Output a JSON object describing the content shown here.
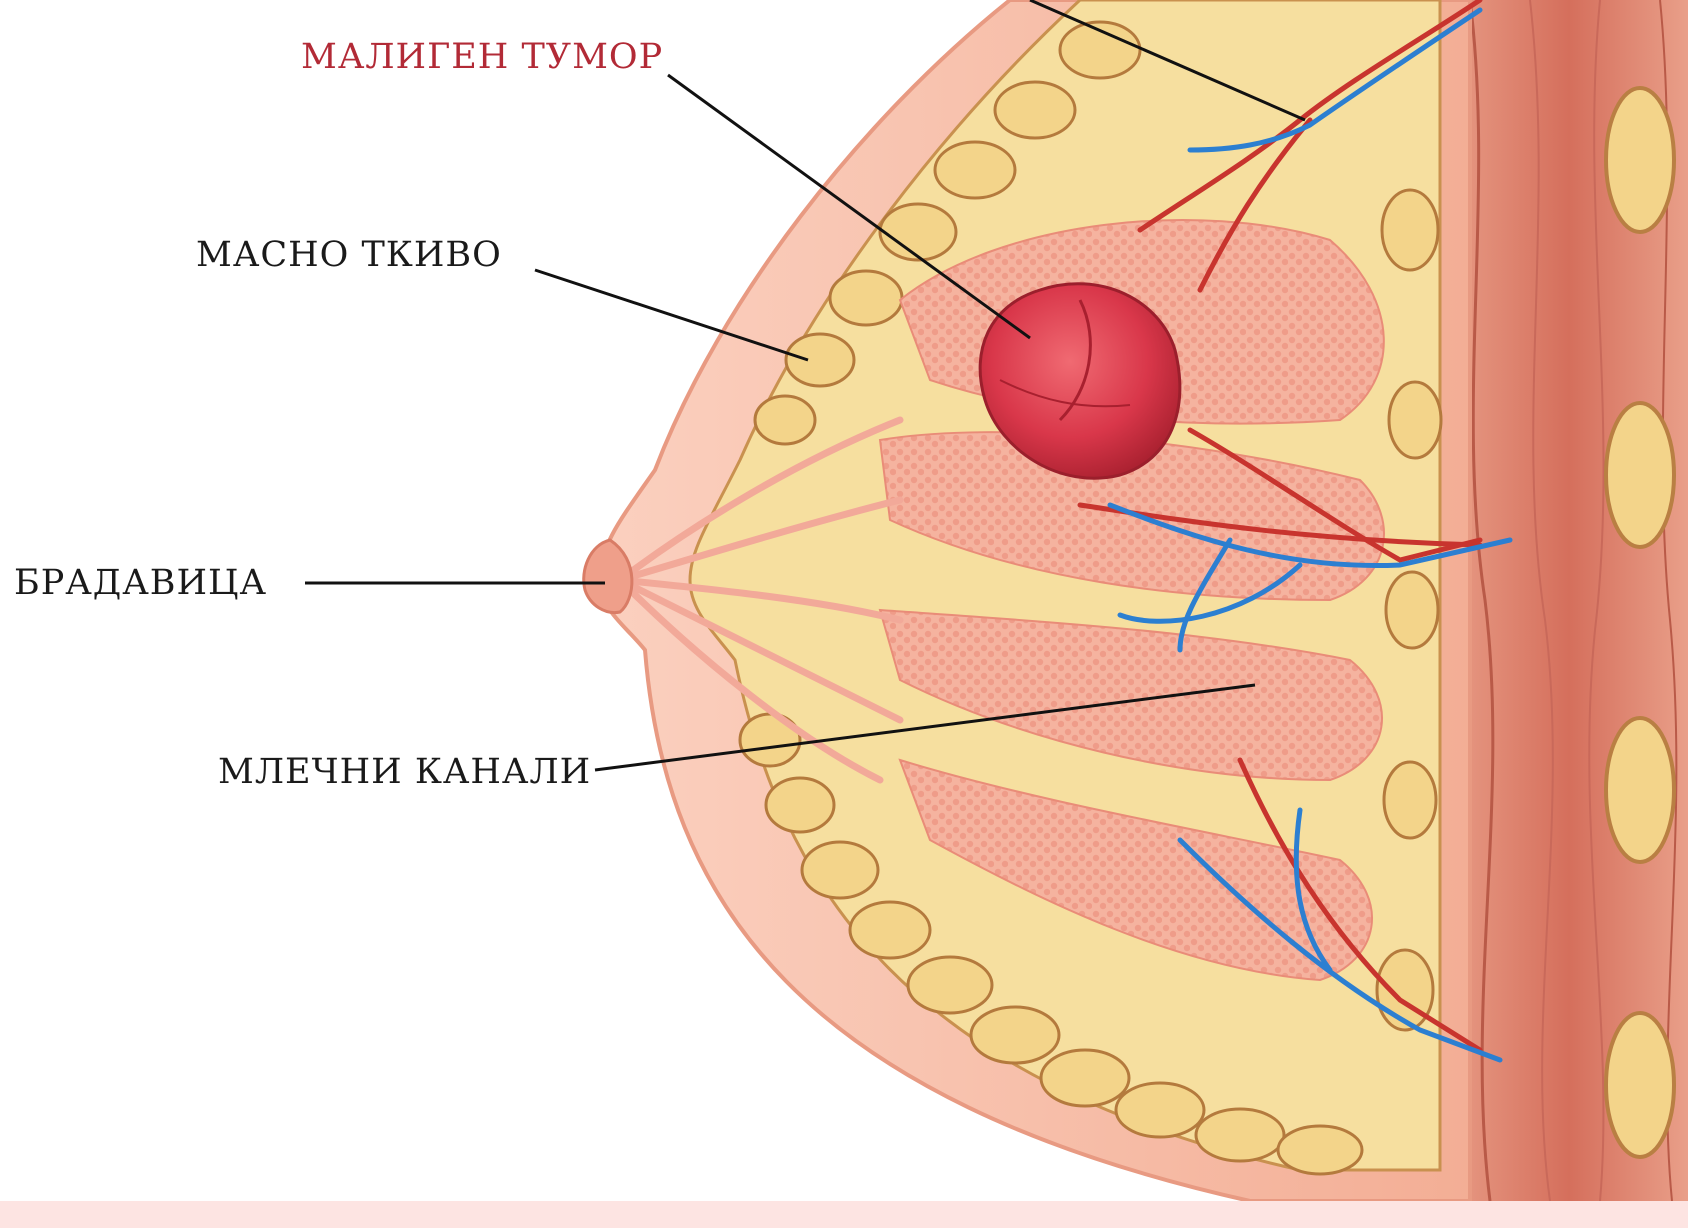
{
  "labels": {
    "malignant_tumor": "МАЛИГЕН ТУМОР",
    "fatty_tissue": "МАСНО ТКИВО",
    "nipple": "БРАДАВИЦА",
    "milk_ducts": "МЛЕЧНИ КАНАЛИ"
  },
  "colors": {
    "tumor_label": "#b22a36",
    "label_text": "#1a1a1a",
    "leader_line": "#111111",
    "skin": "#f4b49c",
    "fat_lobule": "#f3d48a",
    "glandular_tissue": "#f1a58f",
    "tumor": "#d9374a",
    "artery": "#c8342e",
    "vein": "#2c7fd1",
    "muscle": "#d97a66",
    "band": "#fde4e2"
  }
}
